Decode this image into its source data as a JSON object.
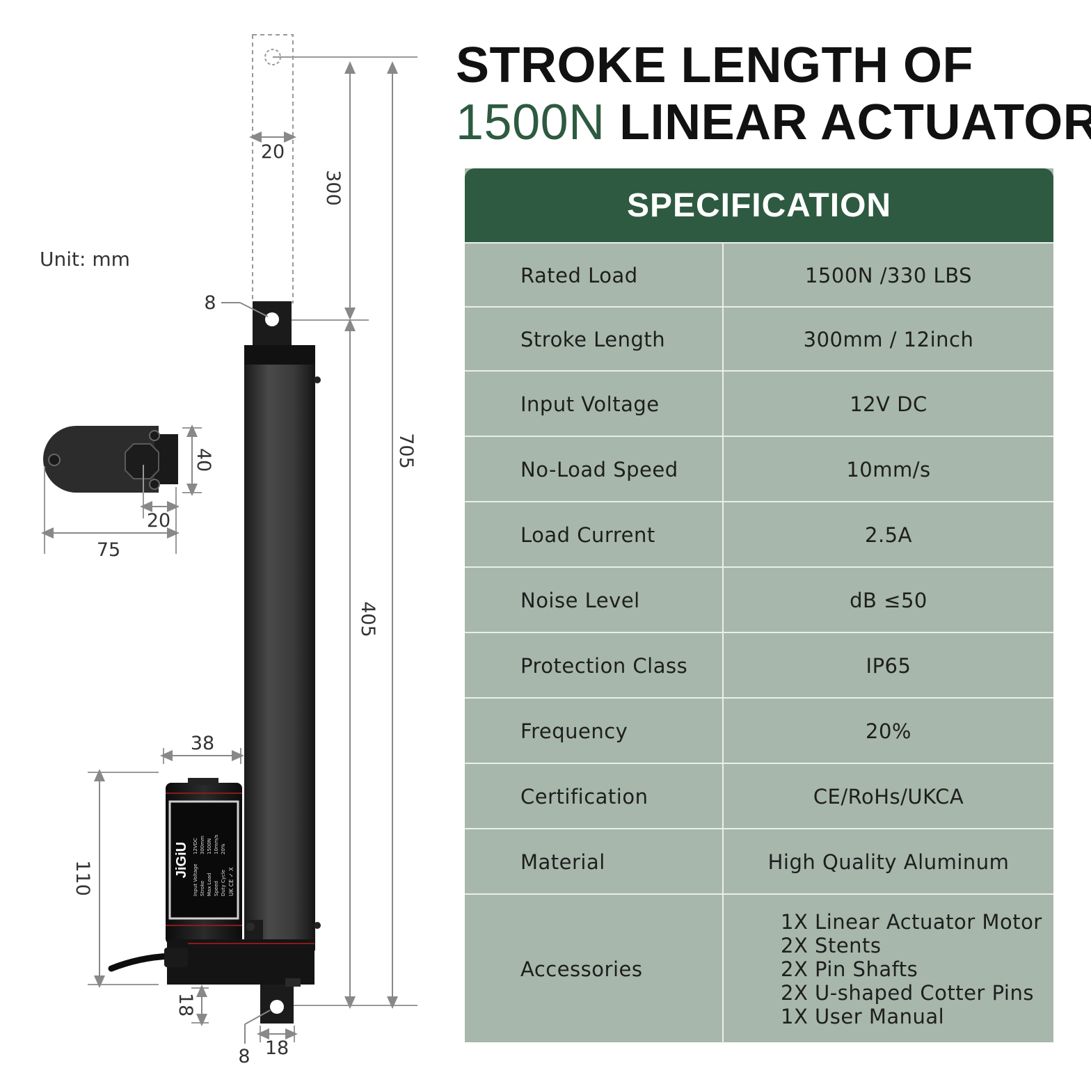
{
  "header": {
    "title_line1": "STROKE LENGTH OF",
    "title_accent": "1500N",
    "title_line2_rest": " LINEAR ACTUATOR"
  },
  "colors": {
    "accent": "#2d5a40",
    "table_bg": "#a7b7ab",
    "divider": "#e9efe9",
    "body_black": "#2a2a2a"
  },
  "diagram": {
    "unit_label": "Unit: mm",
    "dimensions": {
      "stroke": "300",
      "rod_width": "20",
      "rod_hole": "8",
      "retracted_length": "405",
      "extended_length": "705",
      "motor_length": "38",
      "motor_height": "110",
      "bottom_mount": "18",
      "bottom_mount_width": "18",
      "bottom_hole": "8",
      "end_view_height": "40",
      "end_view_offset": "20",
      "end_view_width": "75"
    },
    "motor_label": {
      "brand": "JiGiU",
      "line_labels": [
        "Input Voltage",
        "Stroke",
        "Max Load",
        "Speed",
        "Duty Cycle"
      ],
      "line_values": [
        "12VDC",
        "300mm",
        "1500N",
        "10mm/s",
        "20%"
      ],
      "marks": "UK CE ✓ X"
    }
  },
  "spec": {
    "heading": "SPECIFICATION",
    "rows": [
      {
        "label": "Rated Load",
        "value": "1500N /330 LBS"
      },
      {
        "label": "Stroke Length",
        "value": "300mm / 12inch"
      },
      {
        "label": "Input Voltage",
        "value": "12V DC"
      },
      {
        "label": "No-Load Speed",
        "value": "10mm/s"
      },
      {
        "label": "Load Current",
        "value": "2.5A"
      },
      {
        "label": "Noise Level",
        "value": "dB ≤50"
      },
      {
        "label": "Protection Class",
        "value": "IP65"
      },
      {
        "label": "Frequency",
        "value": "20%"
      },
      {
        "label": "Certification",
        "value": "CE/RoHs/UKCA"
      },
      {
        "label": "Material",
        "value": "High Quality Aluminum"
      }
    ],
    "accessories": {
      "label": "Accessories",
      "items": [
        "1X Linear Actuator Motor",
        "2X Stents",
        "2X Pin Shafts",
        "2X U-shaped Cotter Pins",
        "1X User Manual"
      ]
    }
  }
}
